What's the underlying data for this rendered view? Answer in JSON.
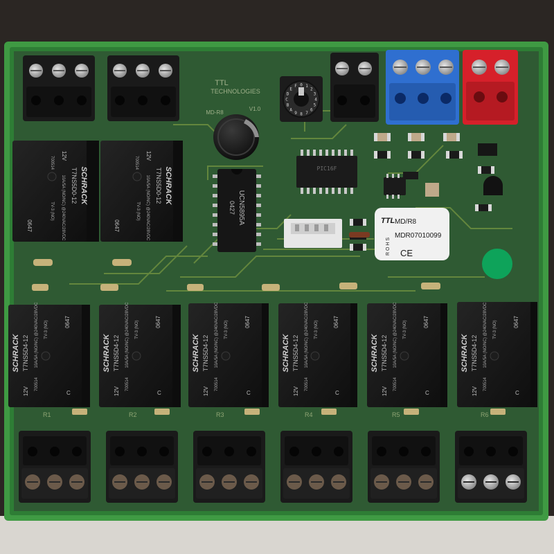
{
  "board": {
    "maker": "TTL",
    "maker_sub": "TECHNOLOGIES",
    "model_code": "MD-R8",
    "version": "V1.0",
    "colors": {
      "backdrop": "#2b2623",
      "floor": "#d9d6d0",
      "pcb": "#2f5a33",
      "rail": "#3f9a43",
      "trace": "#6d8e3f",
      "pad": "#c9a24a",
      "terminal_black": "#1a1a1a",
      "terminal_blue": "#2f6fd0",
      "terminal_red": "#d6202a",
      "relay_body": "#151515",
      "green_dot": "#0ea35a"
    }
  },
  "label": {
    "logo": "TTL",
    "model": "MD/R8",
    "serial": "MDR07010099",
    "rohs": "R O H S",
    "ce": "CE"
  },
  "ic": {
    "driver_name": "UCN5895A",
    "driver_code": "0427",
    "mcu_name": "PIC16F"
  },
  "rotary_switch": {
    "digits": "0123456789ABCDEF"
  },
  "relays_top": [
    {
      "brand": "SCHRACK",
      "part": "T7NS5D0-12",
      "rating": "10A/5A (NO/NC) @240VAC/28VDC",
      "tv": "TV-3 (NO)",
      "coil": "12V",
      "date": "0647",
      "lot": "700514"
    },
    {
      "brand": "SCHRACK",
      "part": "T7NS5D0-12",
      "rating": "10A/5A (NO/NC) @240VAC/28VDC",
      "tv": "TV-3 (NO)",
      "coil": "12V",
      "date": "0647",
      "lot": "700514"
    }
  ],
  "relays_bottom": [
    {
      "brand": "SCHRACK",
      "part": "T7NS5D4-12",
      "rating": "10A/5A (NO/NC) @240VAC/28VDC",
      "tv": "TV-3 (NO)",
      "coil": "12V",
      "date": "0647",
      "lot": "700514",
      "mark": "C"
    },
    {
      "brand": "SCHRACK",
      "part": "T7NS5D4-12",
      "rating": "10A/5A (NO/NC) @240VAC/28VDC",
      "tv": "TV-3 (NO)",
      "coil": "12V",
      "date": "0647",
      "lot": "700514",
      "mark": "C"
    },
    {
      "brand": "SCHRACK",
      "part": "T7NS5D4-12",
      "rating": "10A/5A (NO/NC) @240VAC/28VDC",
      "tv": "TV-3 (NO)",
      "coil": "12V",
      "date": "0647",
      "lot": "700514",
      "mark": "C"
    },
    {
      "brand": "SCHRACK",
      "part": "T7NS5D4-12",
      "rating": "10A/5A (NO/NC) @240VAC/28VDC",
      "tv": "TV-3 (NO)",
      "coil": "12V",
      "date": "0647",
      "lot": "700514",
      "mark": "C"
    },
    {
      "brand": "SCHRACK",
      "part": "T7NS5D4-12",
      "rating": "10A/5A (NO/NC) @240VAC/28VDC",
      "tv": "TV-3 (NO)",
      "coil": "12V",
      "date": "0647",
      "lot": "700514",
      "mark": "C"
    },
    {
      "brand": "SCHRACK",
      "part": "T7NS5D4-12",
      "rating": "10A/5A (NO/NC) @240VAC/28VDC",
      "tv": "TV-3 (NO)",
      "coil": "12V",
      "date": "0647",
      "lot": "700514",
      "mark": "C"
    }
  ],
  "relay_channel_labels": [
    "R1",
    "R2",
    "R3",
    "R4",
    "R5",
    "R6"
  ]
}
